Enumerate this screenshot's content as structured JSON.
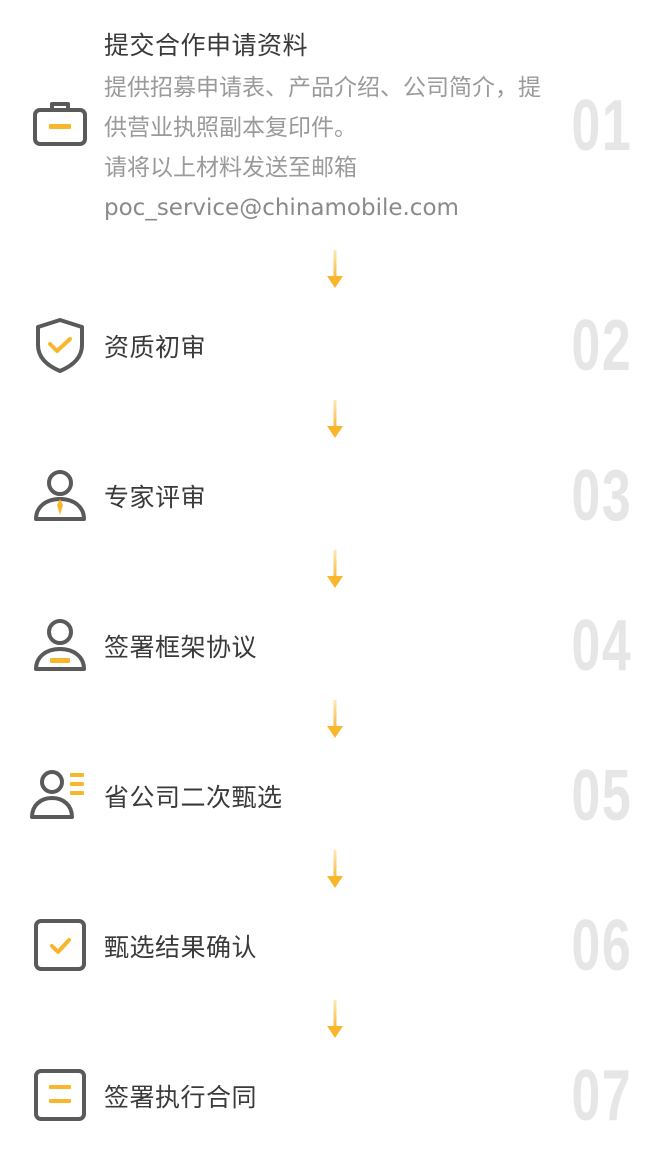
{
  "colors": {
    "accent": "#f8b62d",
    "icon_stroke": "#5a5a5a",
    "number": "#e6e6e6",
    "title": "#3a3a3a",
    "desc": "#9a9a9a"
  },
  "steps": [
    {
      "number": "01",
      "title": "提交合作申请资料",
      "icon": "briefcase-icon",
      "description": [
        "提供招募申请表、产品介绍、公司简介，提",
        "供营业执照副本复印件。",
        "请将以上材料发送至邮箱",
        "poc_service@chinamobile.com"
      ]
    },
    {
      "number": "02",
      "title": "资质初审",
      "icon": "shield-check-icon"
    },
    {
      "number": "03",
      "title": "专家评审",
      "icon": "expert-user-icon"
    },
    {
      "number": "04",
      "title": "签署框架协议",
      "icon": "user-sign-icon"
    },
    {
      "number": "05",
      "title": "省公司二次甄选",
      "icon": "user-list-icon"
    },
    {
      "number": "06",
      "title": "甄选结果确认",
      "icon": "checkbox-icon"
    },
    {
      "number": "07",
      "title": "签署执行合同",
      "icon": "document-icon"
    }
  ]
}
